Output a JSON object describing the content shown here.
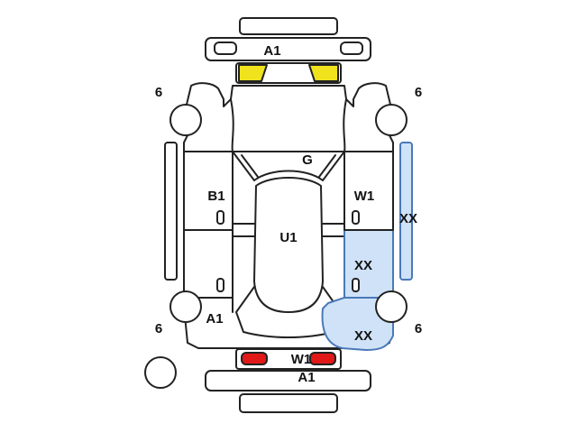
{
  "colors": {
    "outline": "#222222",
    "yellow_mark": "#f0e21c",
    "red_mark": "#e01818",
    "blue_mark": "#cfe2f7",
    "blue_border": "#4a79b8"
  },
  "labels": {
    "front_bumper": "A1",
    "tyre_front_left": "6",
    "tyre_front_right": "6",
    "tyre_rear_left": "6",
    "tyre_rear_right": "6",
    "bonnet": "G",
    "left_front_door": "B1",
    "right_front_door": "W1",
    "right_sill": "XX",
    "roof": "U1",
    "right_rear_door": "XX",
    "right_rear_quarter": "XX",
    "left_rear_quarter": "A1",
    "rear_lights": "W1",
    "rear_bumper": "A1"
  }
}
